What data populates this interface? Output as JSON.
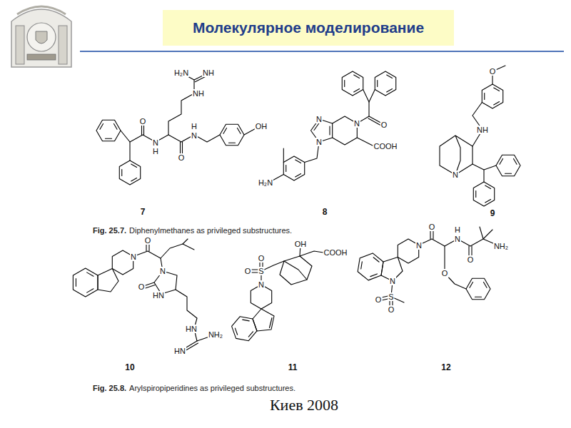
{
  "diagram": {
    "title": "Молекулярное моделирование",
    "labels": [
      "H₂N",
      "NH",
      "NH",
      "O",
      "N",
      "H",
      "H",
      "N",
      "O",
      "OH",
      "O",
      "N",
      "N",
      "N",
      "COOH",
      "H₂N",
      "O",
      "NH",
      "N",
      "7",
      "8",
      "9",
      "Fig. 25.7.",
      "Diphenylmethanes as privileged substructures.",
      "O",
      "N",
      "N",
      "O",
      "HN",
      "HN",
      "NH₂",
      "HN",
      "O",
      "O",
      "S",
      "N",
      "OH",
      "COOH",
      "O",
      "N",
      "H",
      "N",
      "O",
      "NH₂",
      "O",
      "N",
      "S",
      "O",
      "O",
      "10",
      "11",
      "12",
      "Fig. 25.8.",
      "Arylspiropiperidines as privileged substructures.",
      "Киев 2008"
    ]
  }
}
